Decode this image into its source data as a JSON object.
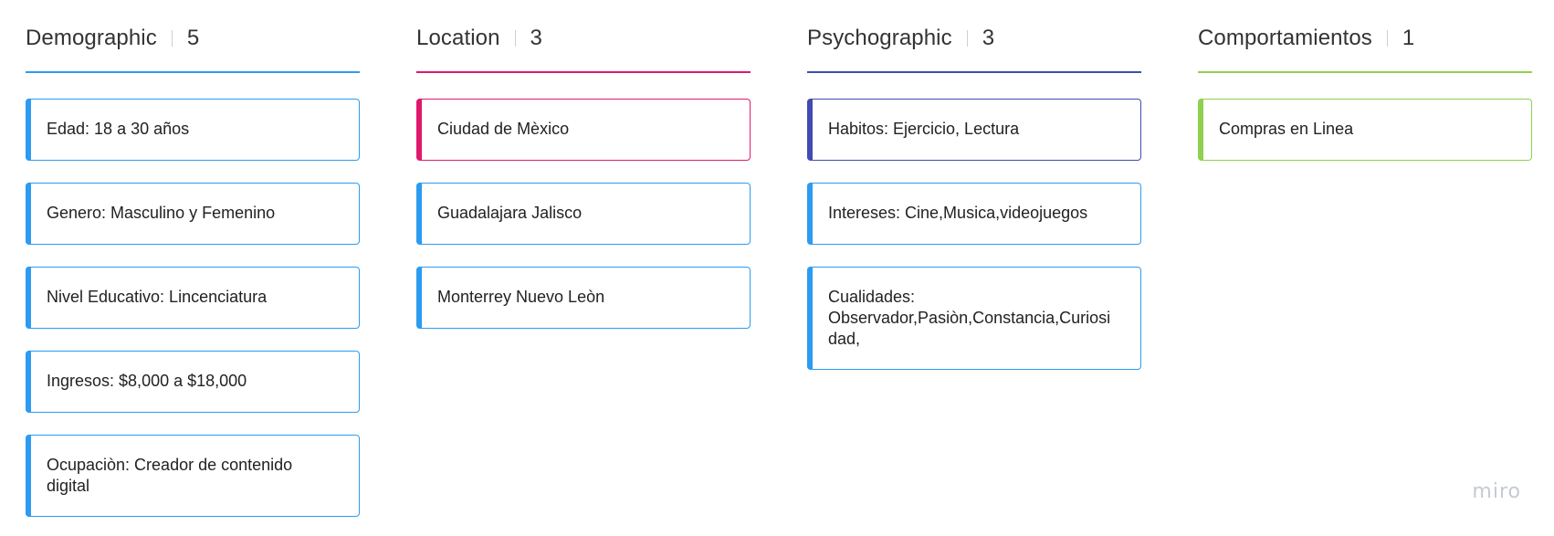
{
  "columns": [
    {
      "title": "Demographic",
      "count": "5",
      "accent": "#2d9bf0",
      "cards": [
        {
          "text": "Edad: 18 a 30 años",
          "color": "#2d9bf0"
        },
        {
          "text": "Genero: Masculino y Femenino",
          "color": "#2d9bf0"
        },
        {
          "text": "Nivel Educativo: Lincenciatura",
          "color": "#2d9bf0"
        },
        {
          "text": "Ingresos: $8,000 a $18,000",
          "color": "#2d9bf0"
        },
        {
          "text": "Ocupaciòn: Creador de contenido digital",
          "color": "#2d9bf0"
        }
      ]
    },
    {
      "title": "Location",
      "count": "3",
      "accent": "#e0196e",
      "cards": [
        {
          "text": "Ciudad de Mèxico",
          "color": "#e0196e"
        },
        {
          "text": "Guadalajara Jalisco",
          "color": "#2d9bf0"
        },
        {
          "text": " Monterrey Nuevo Leòn",
          "color": "#2d9bf0"
        }
      ]
    },
    {
      "title": "Psychographic",
      "count": "3",
      "accent": "#414bb2",
      "cards": [
        {
          "text": " Habitos: Ejercicio, Lectura",
          "color": "#414bb2"
        },
        {
          "text": "Intereses: Cine,Musica,videojuegos",
          "color": "#2d9bf0"
        },
        {
          "text": "Cualidades: Observador,Pasiòn,Constancia,Curiosidad,",
          "color": "#2d9bf0"
        }
      ]
    },
    {
      "title": "Comportamientos",
      "count": "1",
      "accent": "#8fd14f",
      "cards": [
        {
          "text": "Compras en Linea",
          "color": "#8fd14f"
        }
      ]
    }
  ],
  "watermark": "miro"
}
